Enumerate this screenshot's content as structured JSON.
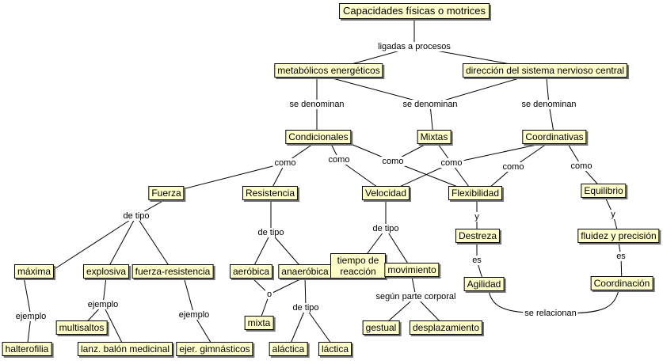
{
  "concepts": {
    "root": "Capacidades físicas o motrices",
    "metabolicos": "metabólicos energéticos",
    "direccion": "dirección del sistema nervioso central",
    "condicionales": "Condicionales",
    "mixtas": "Mixtas",
    "coordinativas": "Coordinativas",
    "fuerza": "Fuerza",
    "resistencia": "Resistencia",
    "velocidad": "Velocidad",
    "flexibilidad": "Flexibilidad",
    "equilibrio": "Equilibrio",
    "maxima": "máxima",
    "explosiva": "explosiva",
    "fuerza_resistencia": "fuerza-resistencia",
    "aerobica": "aeróbica",
    "anaerobica": "anaeróbica",
    "tiempo_reaccion": "tiempo de reacción",
    "movimiento": "movimiento",
    "destreza": "Destreza",
    "fluidez": "fluidez y precisión",
    "agilidad": "Agilidad",
    "coordinacion": "Coordinación",
    "halterofilia": "halterofilia",
    "multisaltos": "multisaltos",
    "lanz_balon": "lanz. balón medicinal",
    "ejer_gimnasticos": "ejer. gimnásticos",
    "mixta": "mixta",
    "alactica": "aláctica",
    "lactica": "láctica",
    "gestual": "gestual",
    "desplazamiento": "desplazamiento"
  },
  "links": {
    "ligadas": "ligadas a procesos",
    "se_denominan_1": "se denominan",
    "se_denominan_2": "se denominan",
    "se_denominan_3": "se denominan",
    "como_1": "como",
    "como_2": "como",
    "como_3": "como",
    "como_4": "como",
    "como_5": "como",
    "como_6": "como",
    "de_tipo_fuerza": "de tipo",
    "de_tipo_resistencia": "de tipo",
    "de_tipo_velocidad": "de tipo",
    "de_tipo_anaerobica": "de tipo",
    "ejemplo_1": "ejemplo",
    "ejemplo_2": "ejemplo",
    "ejemplo_3": "ejemplo",
    "o": "o",
    "segun_parte": "según parte corporal",
    "y_1": "y",
    "y_2": "y",
    "es_1": "es",
    "es_2": "es",
    "se_relacionan": "se relacionan"
  }
}
